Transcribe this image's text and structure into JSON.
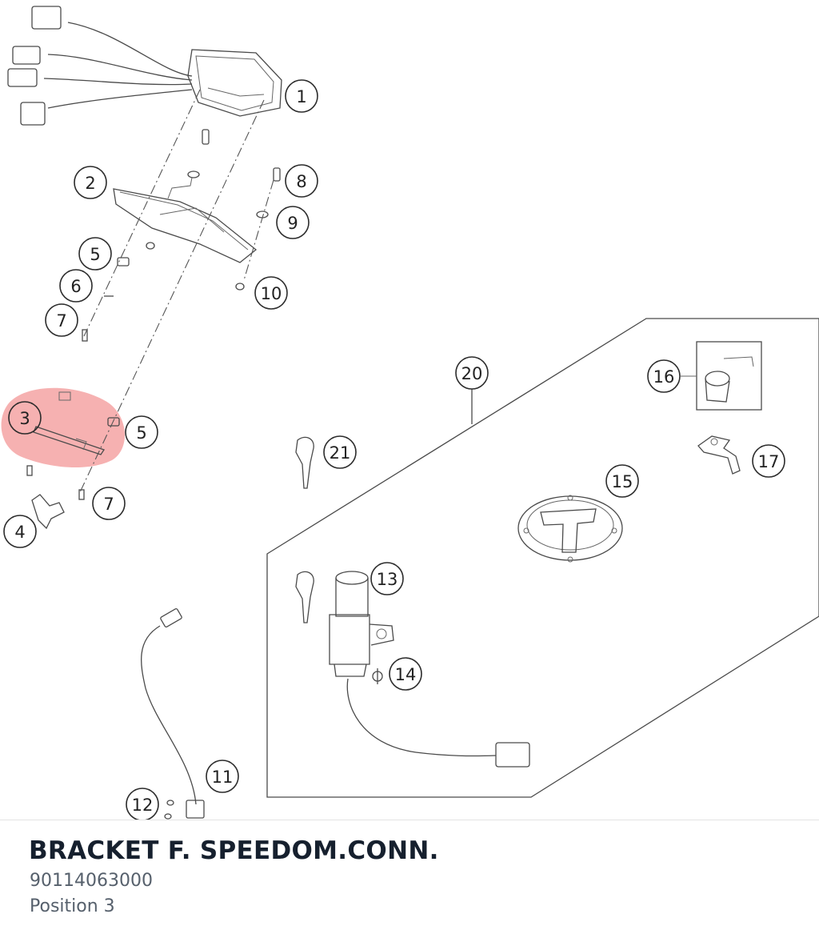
{
  "diagram": {
    "callouts": {
      "c1": "1",
      "c2": "2",
      "c3": "3",
      "c4": "4",
      "c5a": "5",
      "c5b": "5",
      "c6": "6",
      "c7a": "7",
      "c7b": "7",
      "c8": "8",
      "c9": "9",
      "c10": "10",
      "c11": "11",
      "c12": "12",
      "c13": "13",
      "c14": "14",
      "c15": "15",
      "c16": "16",
      "c17": "17",
      "c20": "20",
      "c21": "21"
    },
    "highlight_color": "#f4a3a3"
  },
  "selected_part": {
    "name": "BRACKET F. SPEEDOM.CONN.",
    "number": "90114063000",
    "position": "Position 3"
  }
}
